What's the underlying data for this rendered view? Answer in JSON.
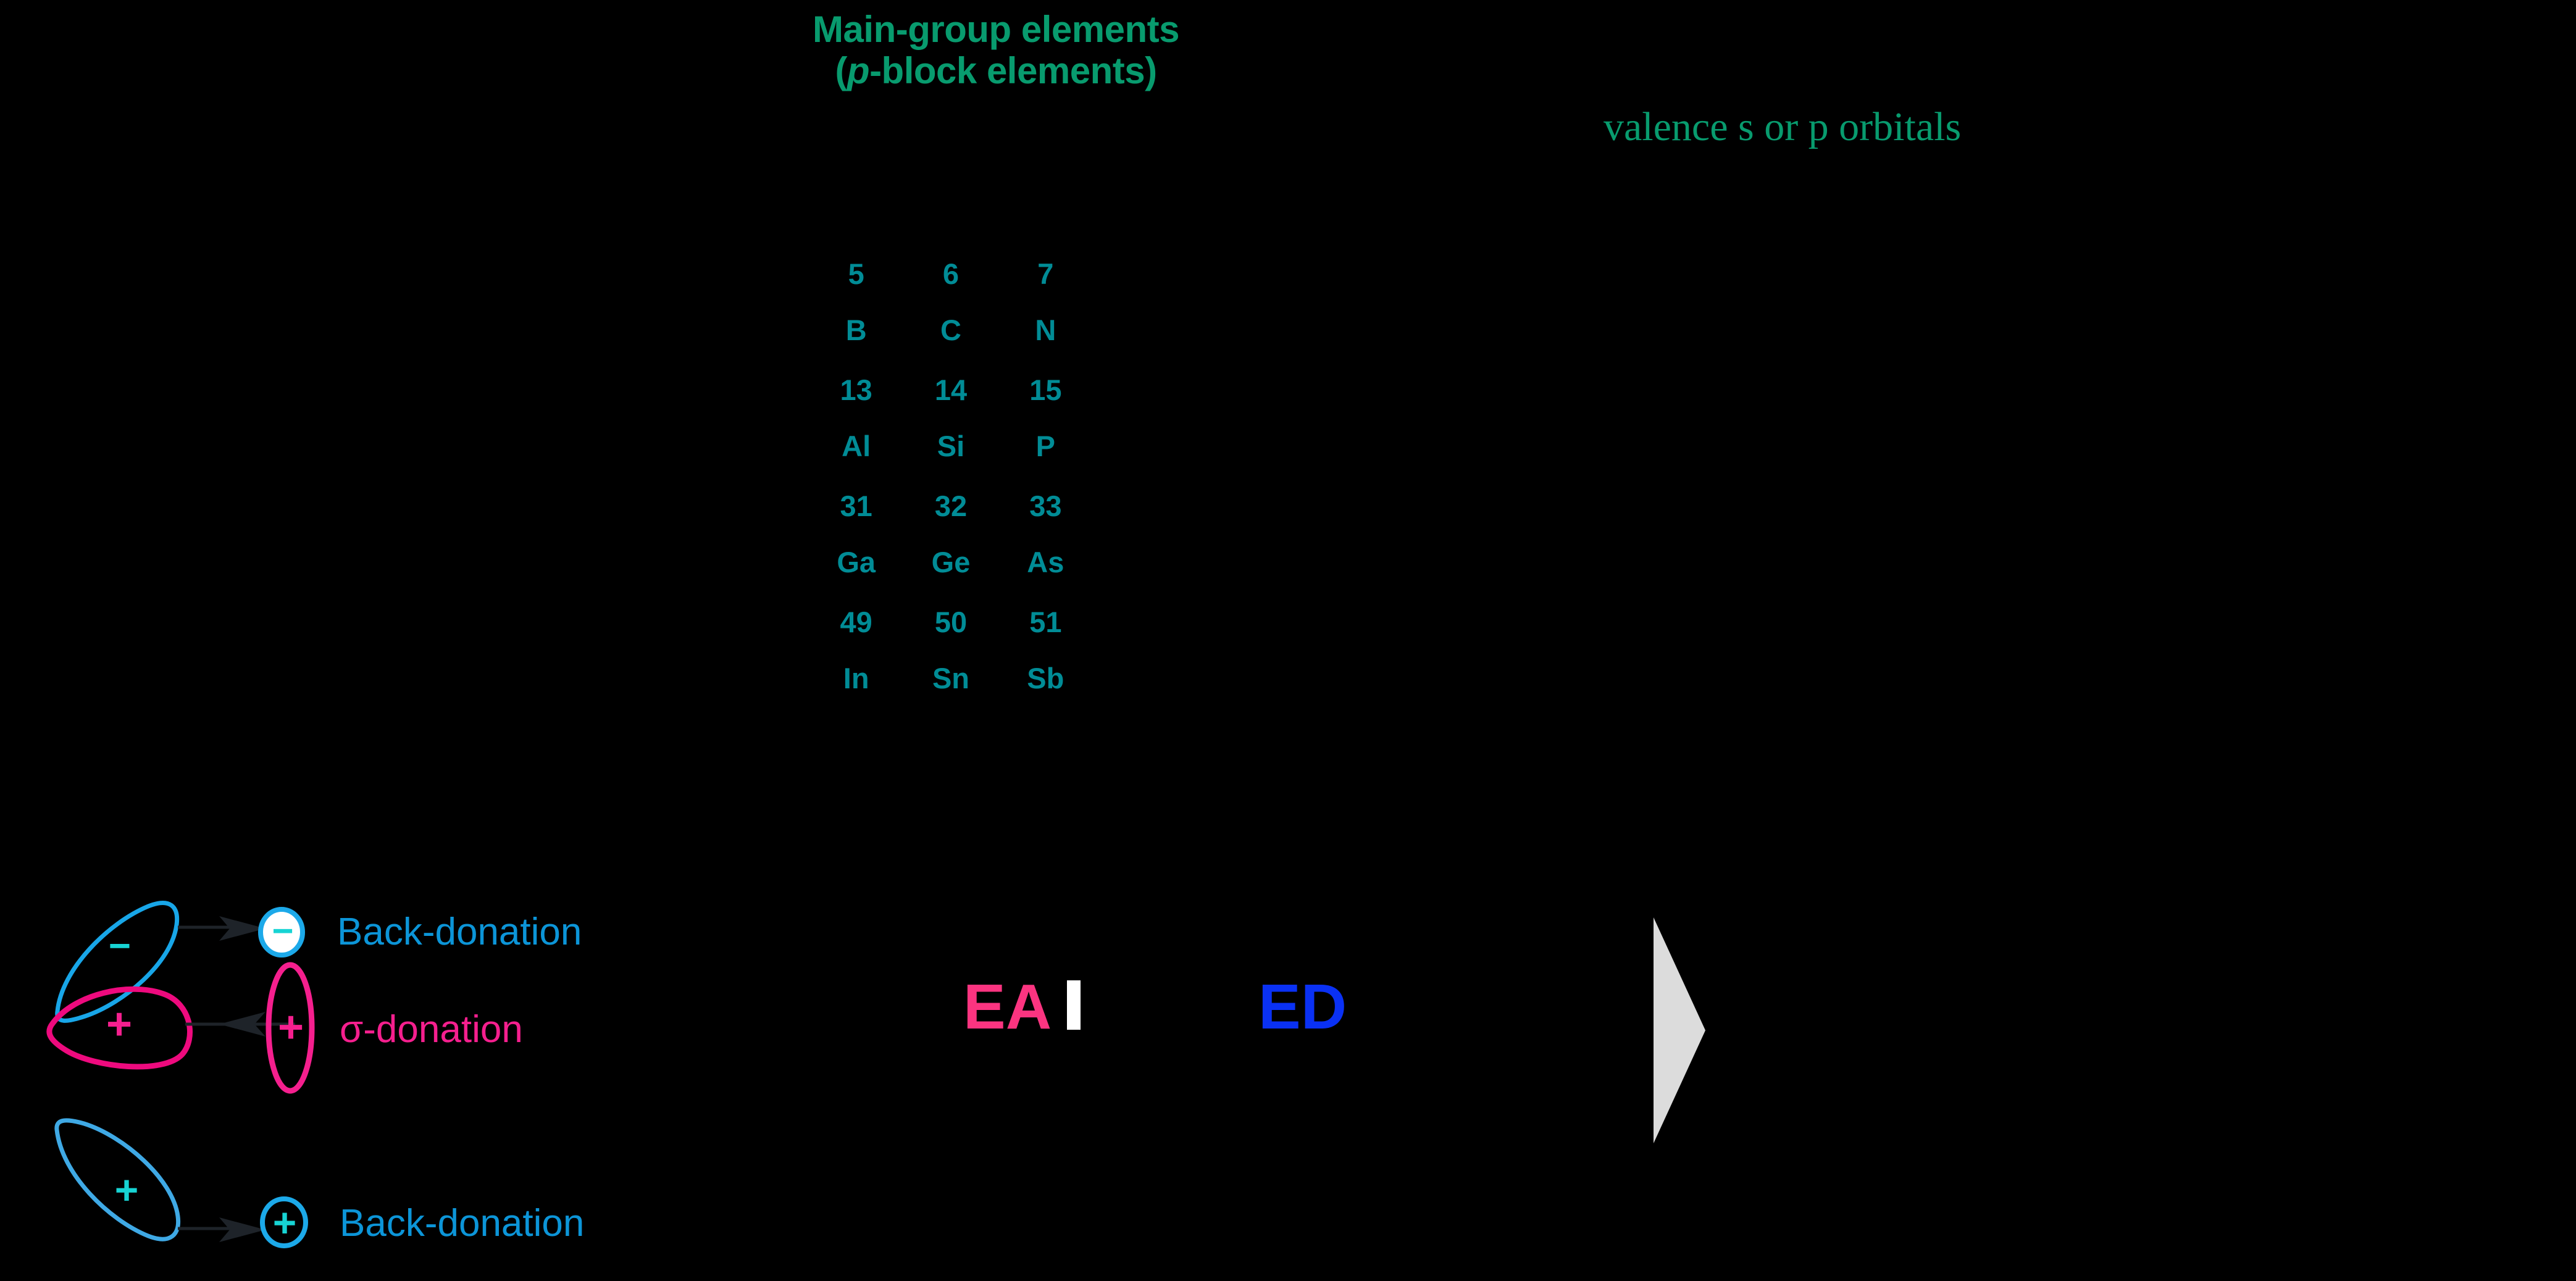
{
  "title": {
    "line1": "Main-group elements",
    "line2_open": "(",
    "line2_italic": "p",
    "line2_rest": "-block elements)",
    "color": "#089B6E"
  },
  "valence_caption": {
    "text": "valence s or p orbitals",
    "color": "#089B6E"
  },
  "element_table": {
    "color": "#018C96",
    "rows": [
      {
        "type": "number",
        "cells": [
          "5",
          "6",
          "7"
        ]
      },
      {
        "type": "symbol",
        "cells": [
          "B",
          "C",
          "N"
        ]
      },
      {
        "type": "number",
        "cells": [
          "13",
          "14",
          "15"
        ]
      },
      {
        "type": "symbol",
        "cells": [
          "Al",
          "Si",
          "P"
        ]
      },
      {
        "type": "number",
        "cells": [
          "31",
          "32",
          "33"
        ]
      },
      {
        "type": "symbol",
        "cells": [
          "Ga",
          "Ge",
          "As"
        ]
      },
      {
        "type": "number",
        "cells": [
          "49",
          "50",
          "51"
        ]
      },
      {
        "type": "symbol",
        "cells": [
          "In",
          "Sn",
          "Sb"
        ]
      }
    ]
  },
  "orbital_diagram": {
    "top_lobe": {
      "sign": "−",
      "stroke": "#18A6E8",
      "sign_color": "#17D4D4"
    },
    "top_circle": {
      "sign": "−",
      "fill": "#FFFFFF",
      "stroke": "#1CA9E9",
      "sign_color": "#17D4D4"
    },
    "middle_lobe": {
      "sign": "+",
      "stroke": "#EE0A7E",
      "sign_color": "#F51F8E"
    },
    "middle_ellipse": {
      "sign": "+",
      "stroke": "#F51F8E",
      "sign_color": "#F51F8E"
    },
    "bottom_lobe": {
      "sign": "+",
      "stroke": "#3FA9E5",
      "sign_color": "#17D4D4"
    },
    "bottom_circle": {
      "sign": "+",
      "fill": "none",
      "stroke": "#1CA9E9",
      "sign_color": "#17D4D4"
    },
    "arrow_color": "#1E2329",
    "labels": {
      "back_donation_top": "Back-donation",
      "sigma_donation": "σ-donation",
      "back_donation_bottom": "Back-donation"
    },
    "label_colors": {
      "back_donation": "#0C95D8",
      "sigma_donation": "#F51F8E"
    }
  },
  "annotations": {
    "ea": {
      "text": "EA",
      "color": "#FB3480"
    },
    "ed": {
      "text": "ED",
      "color": "#0A31F4"
    },
    "cursor_color": "#FFFFFF",
    "triangle_color": "#DCDCDC"
  }
}
